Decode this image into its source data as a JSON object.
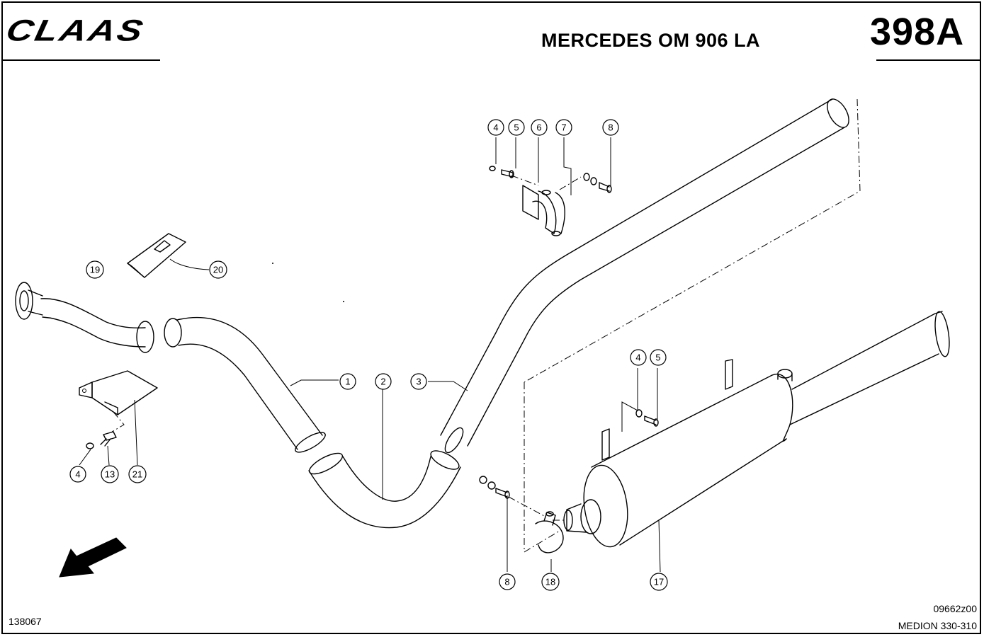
{
  "header": {
    "brand": "CLAAS",
    "title": "MERCEDES OM 906 LA",
    "page_number": "398A"
  },
  "footer": {
    "drawing_number": "138067",
    "code": "09662z00",
    "model": "MEDION 330-310"
  },
  "callouts": {
    "c1": "1",
    "c2": "2",
    "c3": "3",
    "c4a": "4",
    "c5a": "5",
    "c6": "6",
    "c7": "7",
    "c8a": "8",
    "c19": "19",
    "c20": "20",
    "c4b": "4",
    "c13": "13",
    "c21": "21",
    "c4c": "4",
    "c5b": "5",
    "c8b": "8",
    "c18": "18",
    "c17": "17"
  }
}
